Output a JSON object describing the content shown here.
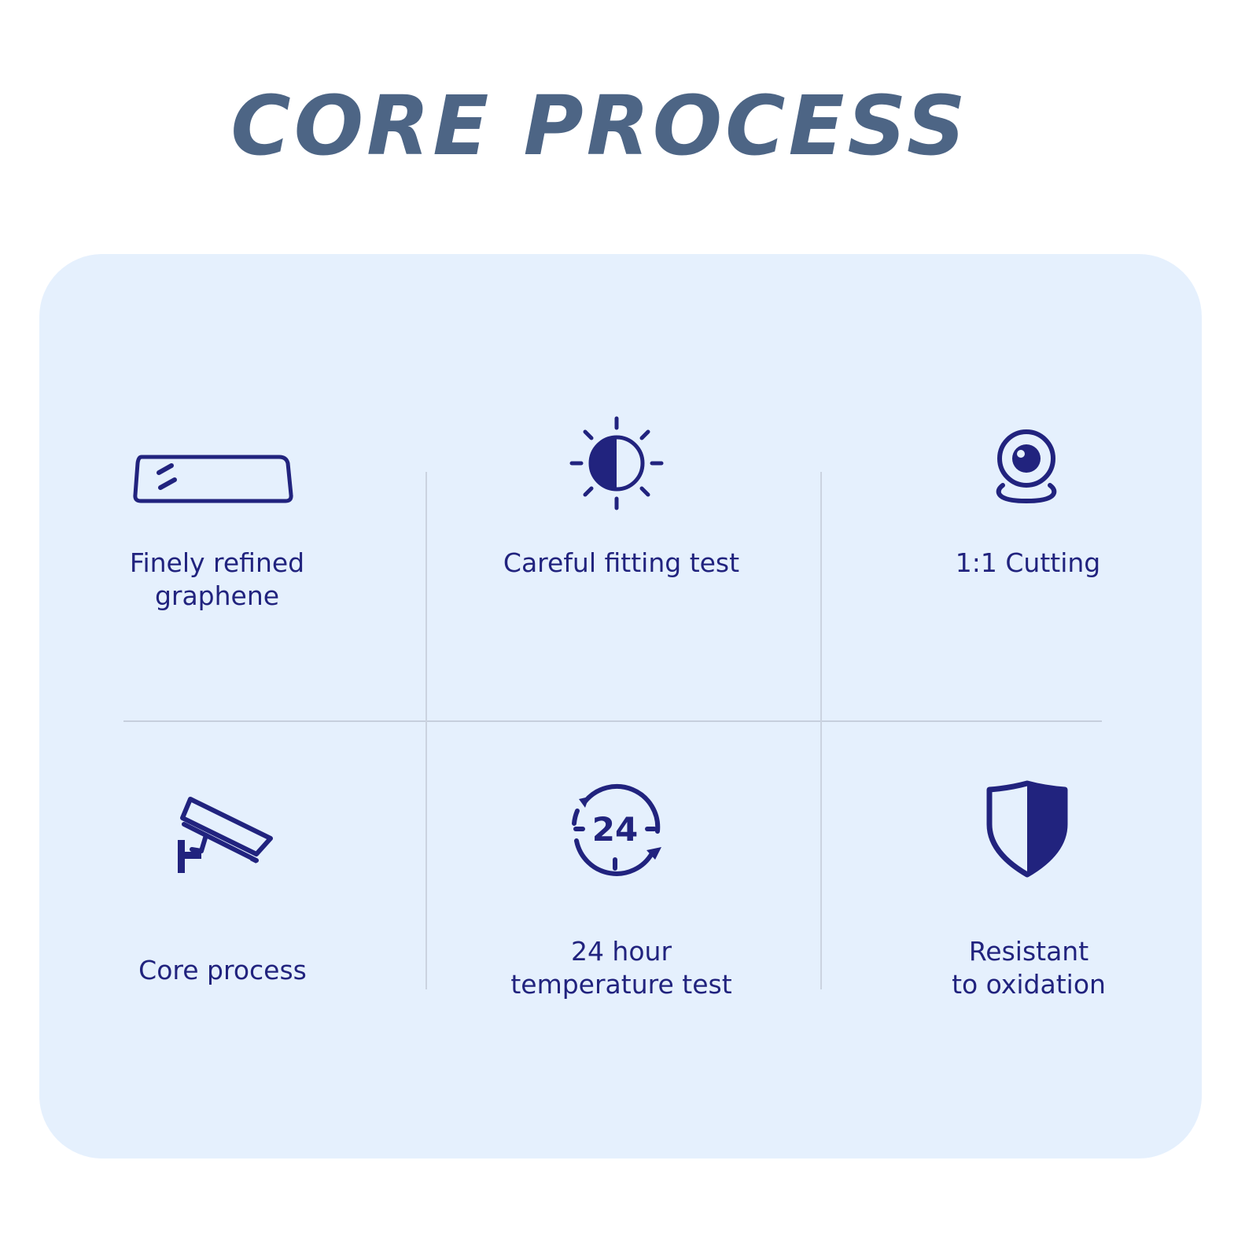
{
  "title": "CORE PROCESS",
  "colors": {
    "title": "#4d6585",
    "panel": "#e5f0fd",
    "icon": "#21237e",
    "divider": "#c6cfdd"
  },
  "features": [
    {
      "label": "Finely refined\ngraphene",
      "icon": "screen-glass-icon"
    },
    {
      "label": "Careful fitting test",
      "icon": "brightness-icon"
    },
    {
      "label": "1:1 Cutting",
      "icon": "camera-icon"
    },
    {
      "label": "Core process",
      "icon": "security-camera-icon"
    },
    {
      "label": "24 hour\ntemperature test",
      "icon": "24-hour-icon",
      "icon_text": "24"
    },
    {
      "label": "Resistant\nto oxidation",
      "icon": "shield-icon"
    }
  ]
}
